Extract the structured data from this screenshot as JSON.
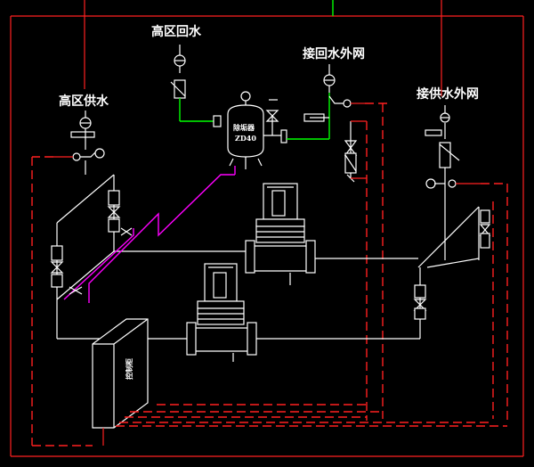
{
  "labels": {
    "high_zone_return": "高区回水",
    "return_network": "接回水外网",
    "high_zone_supply": "高区供水",
    "supply_network": "接供水外网",
    "filter_name": "除垢器",
    "filter_model": "ZD40",
    "control_cabinet": "控制柜"
  },
  "colors": {
    "background": "#000000",
    "pipe": "#ffffff",
    "frame": "#ff2020",
    "return_pipe": "#00ff00",
    "drain": "#ff00ff"
  }
}
